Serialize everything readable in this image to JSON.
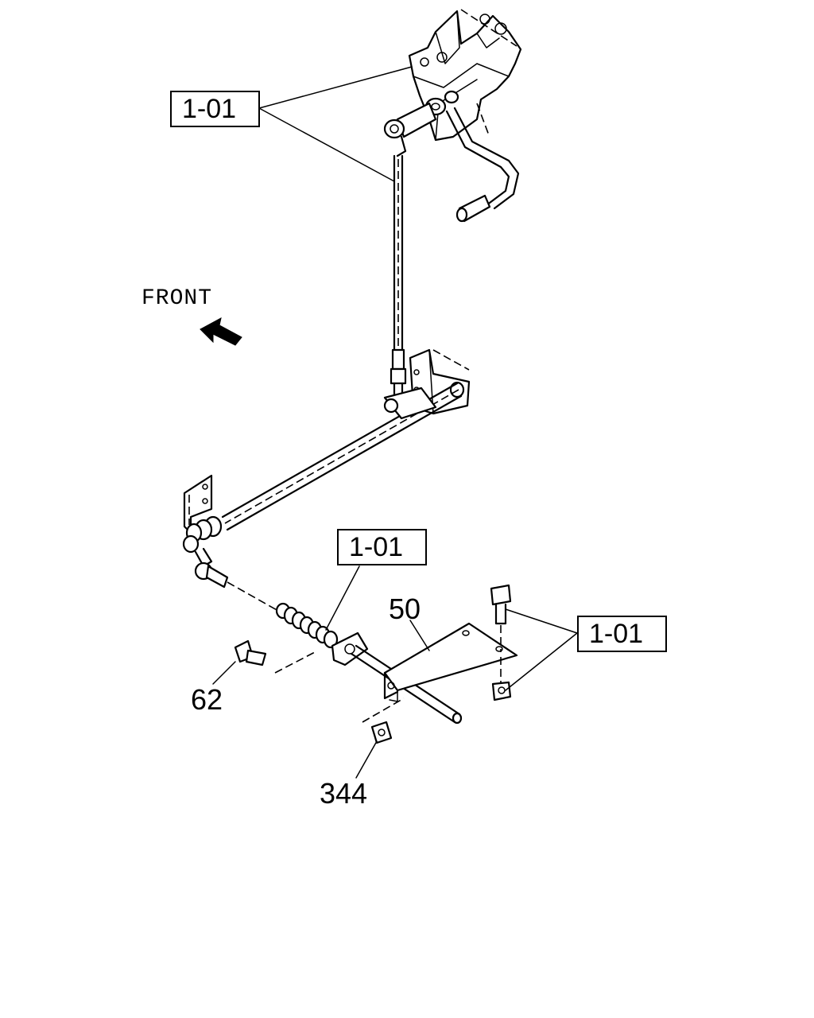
{
  "orientation": {
    "label": "FRONT",
    "icon": "arrow-front-icon"
  },
  "callouts": [
    {
      "id": "callout-top",
      "text": "1-01"
    },
    {
      "id": "callout-middle",
      "text": "1-01"
    },
    {
      "id": "callout-right",
      "text": "1-01"
    }
  ],
  "part_numbers": [
    {
      "id": "part-50",
      "text": "50"
    },
    {
      "id": "part-62",
      "text": "62"
    },
    {
      "id": "part-344",
      "text": "344"
    }
  ],
  "colors": {
    "line": "#000000",
    "background": "#ffffff"
  }
}
